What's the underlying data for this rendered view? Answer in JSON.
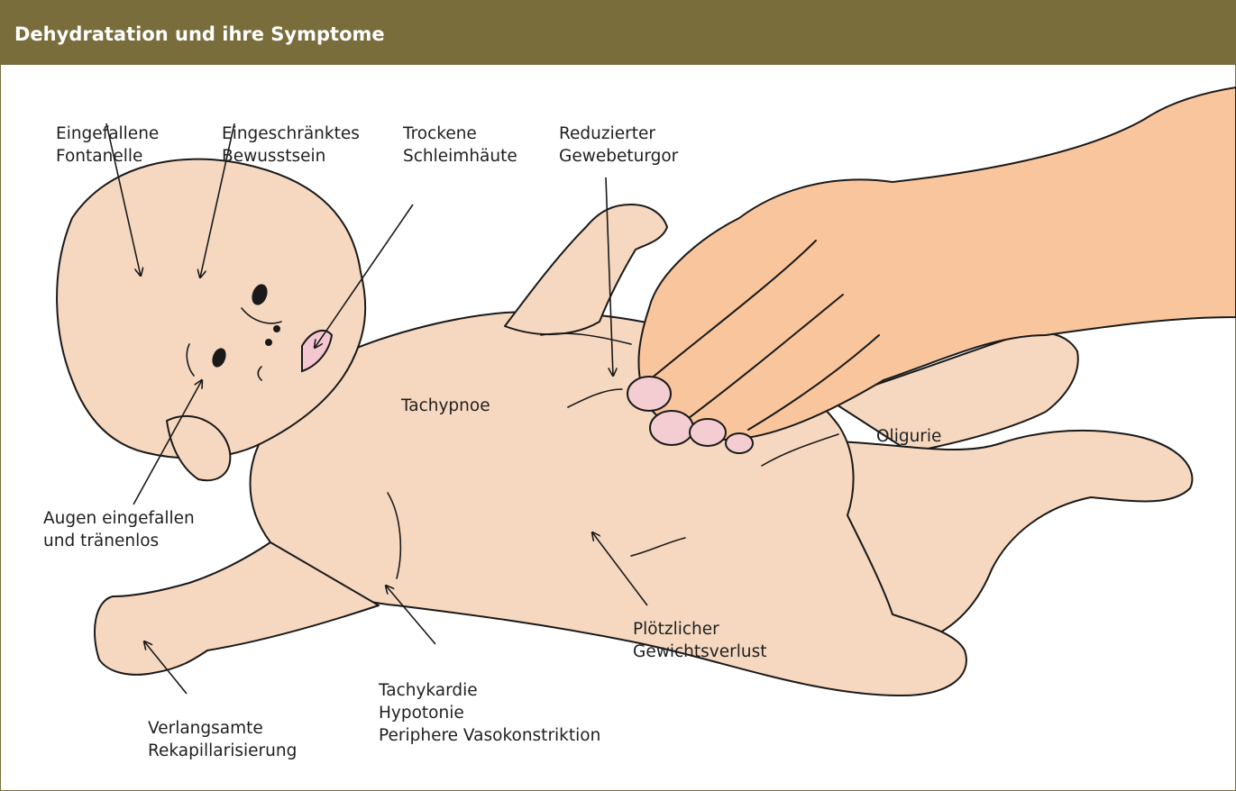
{
  "header": {
    "title": "Dehydratation und ihre Symptome"
  },
  "labels": {
    "fontanelle": [
      "Eingefallene",
      "Fontanelle"
    ],
    "consciousness": [
      "Eingeschränktes",
      "Bewusstsein"
    ],
    "mucosa": [
      "Trockene",
      "Schleimhäute"
    ],
    "turgor": [
      "Reduzierter",
      "Gewebeturgor"
    ],
    "eyes": [
      "Augen eingefallen",
      "und tränenlos"
    ],
    "tachypnoe": "Tachypnoe",
    "oliguria": "Oligurie",
    "weight": [
      "Plötzlicher",
      "Gewichtsverlust"
    ],
    "circulation": [
      "Tachykardie",
      "Hypotonie",
      "Periphere Vasokonstriktion"
    ],
    "recapillarization": [
      "Verlangsamte",
      "Rekapillarisierung"
    ]
  },
  "colors": {
    "header_bg": "#7a6d3c",
    "skin_baby": "#f6d8c0",
    "skin_hand": "#f9c59d",
    "nails": "#f4cdd3",
    "outline": "#1a1a1a"
  }
}
